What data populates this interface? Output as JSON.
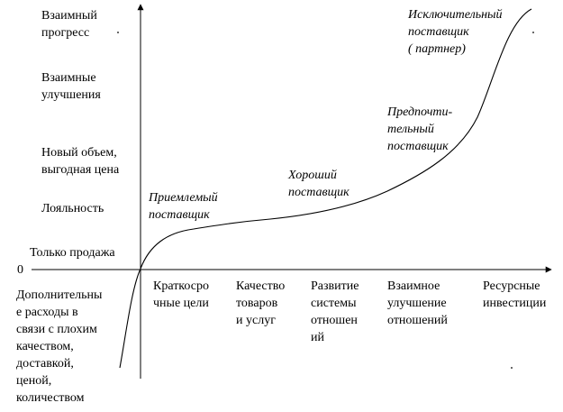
{
  "y_axis_labels": [
    "Взаимный\nпрогресс",
    "Взаимные\nулучшения",
    "Новый объем,\nвыгодная цена",
    "Лояльность",
    "Только продажа"
  ],
  "origin_label": "0",
  "negative_label": "Дополнительны\nе расходы в\nсвязи с плохим\nкачеством,\nдоставкой,\nценой,\nколичеством",
  "x_axis_labels": [
    "Краткосро\nчные цели",
    "Качество\nтоваров\nи услуг",
    "Развитие\nсистемы\nотношен\nий",
    "Взаимное\nулучшение\nотношений",
    "Ресурсные\nинвестиции"
  ],
  "curve_labels": [
    "Приемлемый\nпоставщик",
    "Хороший\nпоставщик",
    "Предпочти-\nтельный\nпоставщик",
    "Исключительный\nпоставщик\n( партнер)"
  ]
}
